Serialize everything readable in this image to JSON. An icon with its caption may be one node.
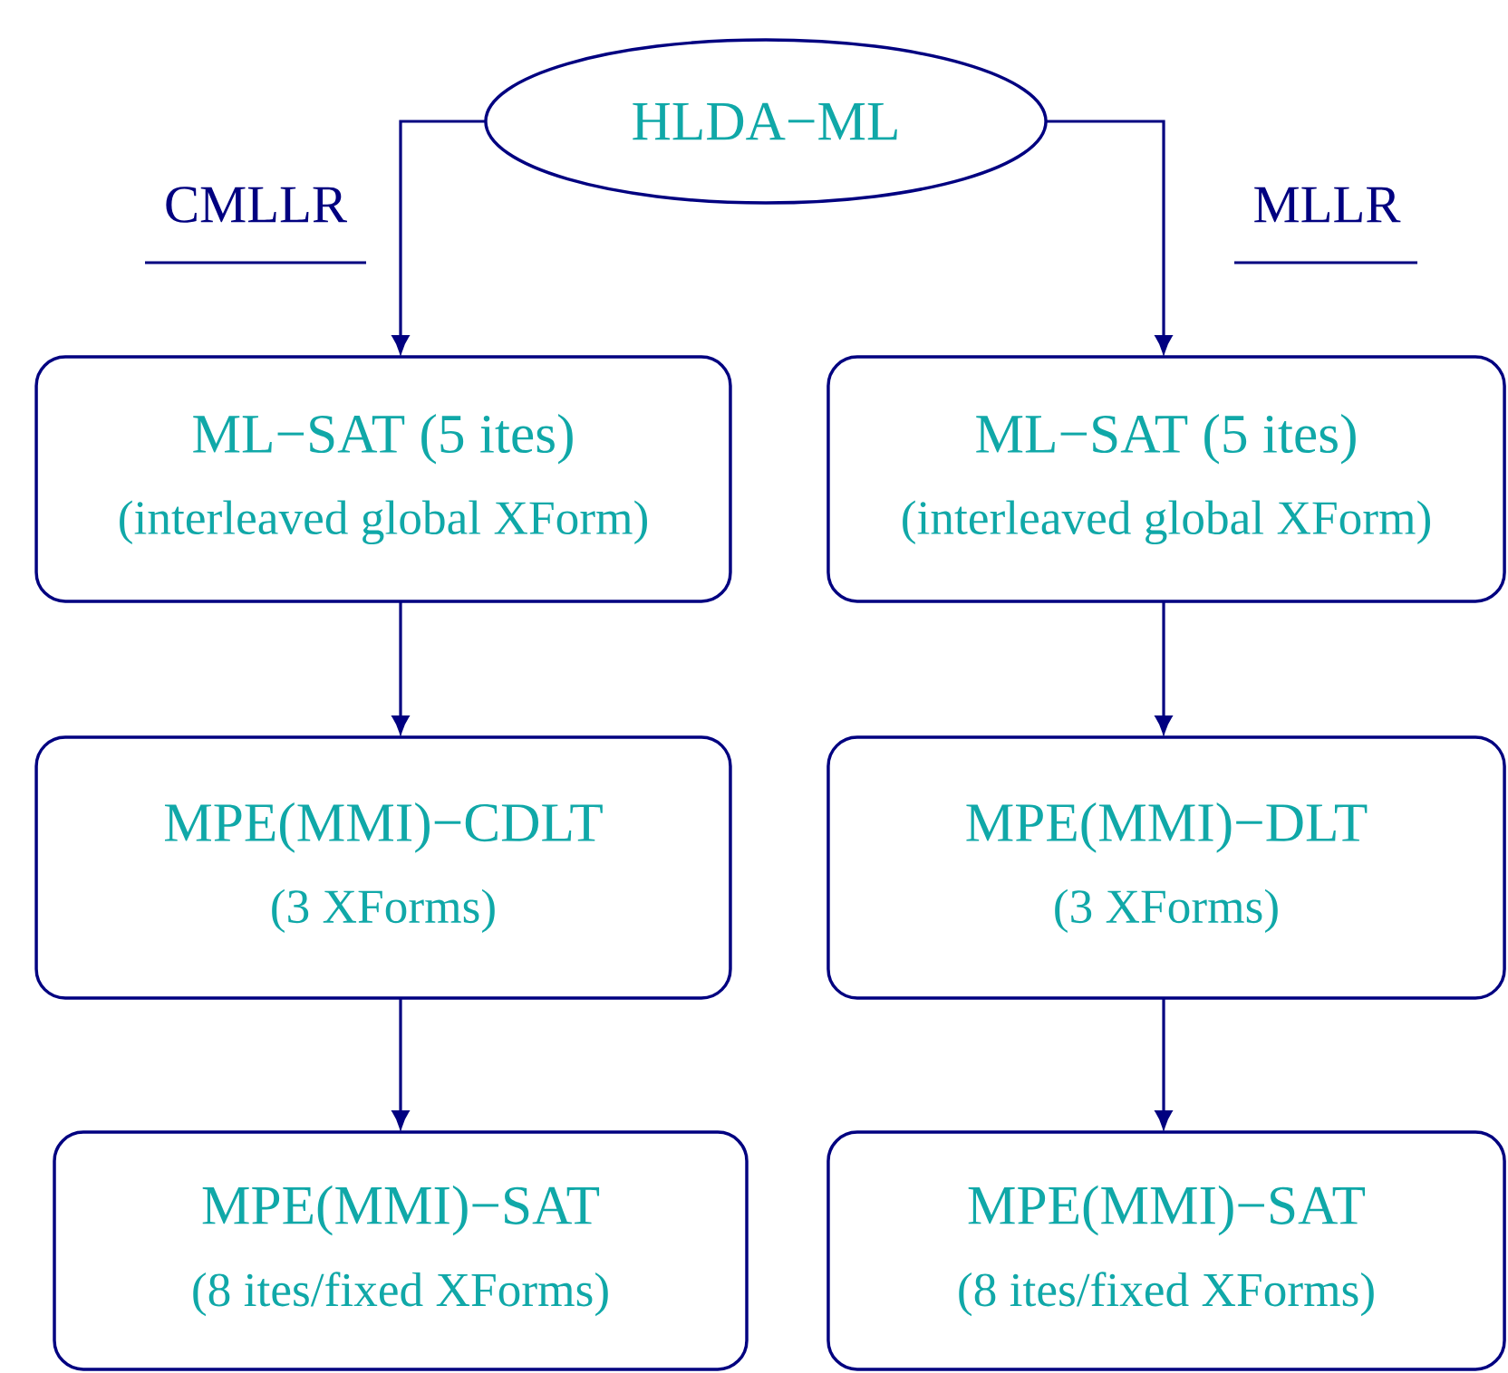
{
  "diagram": {
    "nodes": [
      {
        "text": [
          "HLDA−ML"
        ]
      },
      {
        "text": [
          "ML−SAT (5 ites)",
          "(interleaved global XForm)"
        ]
      },
      {
        "text": [
          "ML−SAT (5 ites)",
          "(interleaved global XForm)"
        ]
      },
      {
        "text": [
          "MPE(MMI)−CDLT",
          "(3 XForms)"
        ]
      },
      {
        "text": [
          "MPE(MMI)−DLT",
          "(3 XForms)"
        ]
      },
      {
        "text": [
          "MPE(MMI)−SAT",
          "(8 ites/fixed XForms)"
        ]
      },
      {
        "text": [
          "MPE(MMI)−SAT",
          "(8 ites/fixed XForms)"
        ]
      }
    ],
    "edges": [
      {
        "from": 0,
        "to": 1,
        "arrow": "to",
        "label": "CMLLR"
      },
      {
        "from": 0,
        "to": 2,
        "arrow": "to",
        "label": "MLLR"
      },
      {
        "from": 1,
        "to": 3,
        "arrow": "to"
      },
      {
        "from": 2,
        "to": 4,
        "arrow": "to"
      },
      {
        "from": 3,
        "to": 5,
        "arrow": "to"
      },
      {
        "from": 4,
        "to": 6,
        "arrow": "to"
      }
    ]
  }
}
